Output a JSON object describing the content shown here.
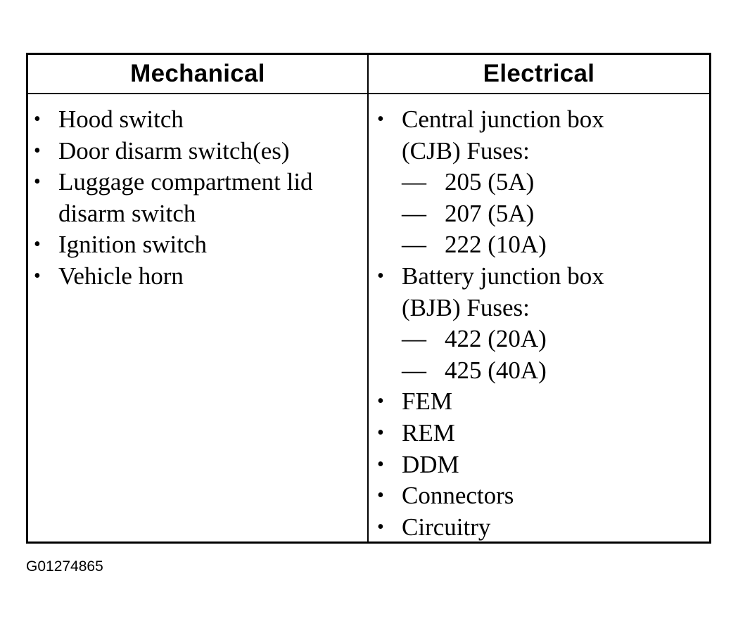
{
  "table": {
    "headers": {
      "mechanical": "Mechanical",
      "electrical": "Electrical"
    },
    "bullet_glyph": "•",
    "dash_glyph": "—",
    "mechanical_lines": [
      {
        "kind": "bullet",
        "text": "Hood switch"
      },
      {
        "kind": "bullet",
        "text": "Door disarm switch(es)"
      },
      {
        "kind": "bullet",
        "text": "Luggage compartment lid"
      },
      {
        "kind": "cont",
        "text": "disarm switch"
      },
      {
        "kind": "bullet",
        "text": "Ignition switch"
      },
      {
        "kind": "bullet",
        "text": "Vehicle horn"
      }
    ],
    "electrical_lines": [
      {
        "kind": "bullet",
        "text": "Central junction box"
      },
      {
        "kind": "cont",
        "text": "(CJB) Fuses:"
      },
      {
        "kind": "dash",
        "text": "205 (5A)"
      },
      {
        "kind": "dash",
        "text": "207 (5A)"
      },
      {
        "kind": "dash",
        "text": "222 (10A)"
      },
      {
        "kind": "bullet",
        "text": "Battery junction box"
      },
      {
        "kind": "cont",
        "text": "(BJB) Fuses:"
      },
      {
        "kind": "dash",
        "text": "422 (20A)"
      },
      {
        "kind": "dash",
        "text": "425 (40A)"
      },
      {
        "kind": "bullet",
        "text": "FEM"
      },
      {
        "kind": "bullet",
        "text": "REM"
      },
      {
        "kind": "bullet",
        "text": "DDM"
      },
      {
        "kind": "bullet",
        "text": "Connectors"
      },
      {
        "kind": "bullet",
        "text": "Circuitry"
      }
    ]
  },
  "figure_id": "G01274865"
}
